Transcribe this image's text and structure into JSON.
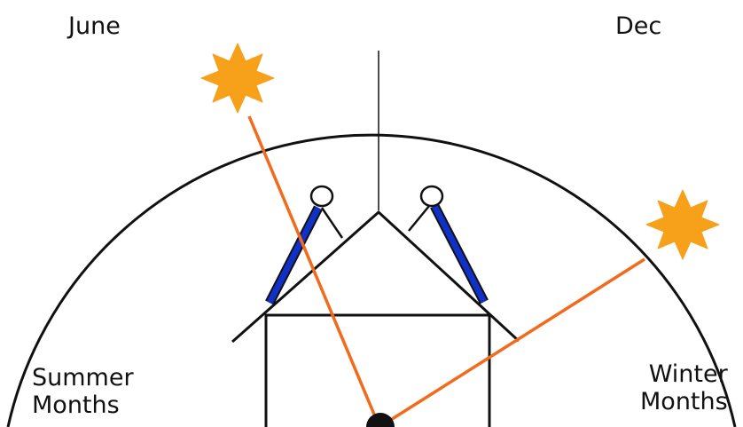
{
  "labels": {
    "june": "June",
    "dec": "Dec",
    "summer_line1": "Summer",
    "summer_line2": "Months",
    "winter_line1": "Winter",
    "winter_line2": "Months"
  },
  "colors": {
    "sun": "#f7a01a",
    "sun_ray": "#f26a1b",
    "panel": "#1030c8",
    "outline": "#111111"
  },
  "icons": {
    "sun": "sun-icon"
  }
}
